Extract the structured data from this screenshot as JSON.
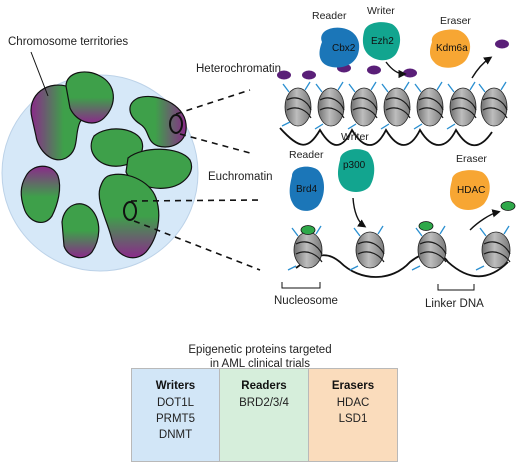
{
  "labels": {
    "chromosome_territories": "Chromosome territories",
    "heterochromatin": "Heterochromatin",
    "euchromatin": "Euchromatin",
    "nucleosome": "Nucleosome",
    "linker_dna": "Linker DNA"
  },
  "roles": {
    "reader": "Reader",
    "writer": "Writer",
    "eraser": "Eraser"
  },
  "proteins": {
    "cbx2": "Cbx2",
    "ezh2": "Ezh2",
    "kdm6a": "Kdm6a",
    "brd4": "Brd4",
    "p300": "p300",
    "hdac": "HDAC"
  },
  "colors": {
    "nucleus_fill": "#d6e8f8",
    "territory_green": "#3ea04a",
    "territory_purple": "#8a2a8a",
    "reader_blue": "#1b76b8",
    "writer_teal": "#12a58f",
    "eraser_orange": "#f7a633",
    "mark_purple": "#5a1f78",
    "mark_green": "#2fa84a"
  },
  "table": {
    "caption_line1": "Epigenetic proteins targeted",
    "caption_line2": "in AML clinical trials",
    "columns": [
      {
        "header": "Writers",
        "items": [
          "DOT1L",
          "PRMT5",
          "DNMT"
        ],
        "bg": "#d2e6f7"
      },
      {
        "header": "Readers",
        "items": [
          "BRD2/3/4"
        ],
        "bg": "#d6eedb"
      },
      {
        "header": "Erasers",
        "items": [
          "HDAC",
          "LSD1"
        ],
        "bg": "#fadcbc"
      }
    ]
  }
}
